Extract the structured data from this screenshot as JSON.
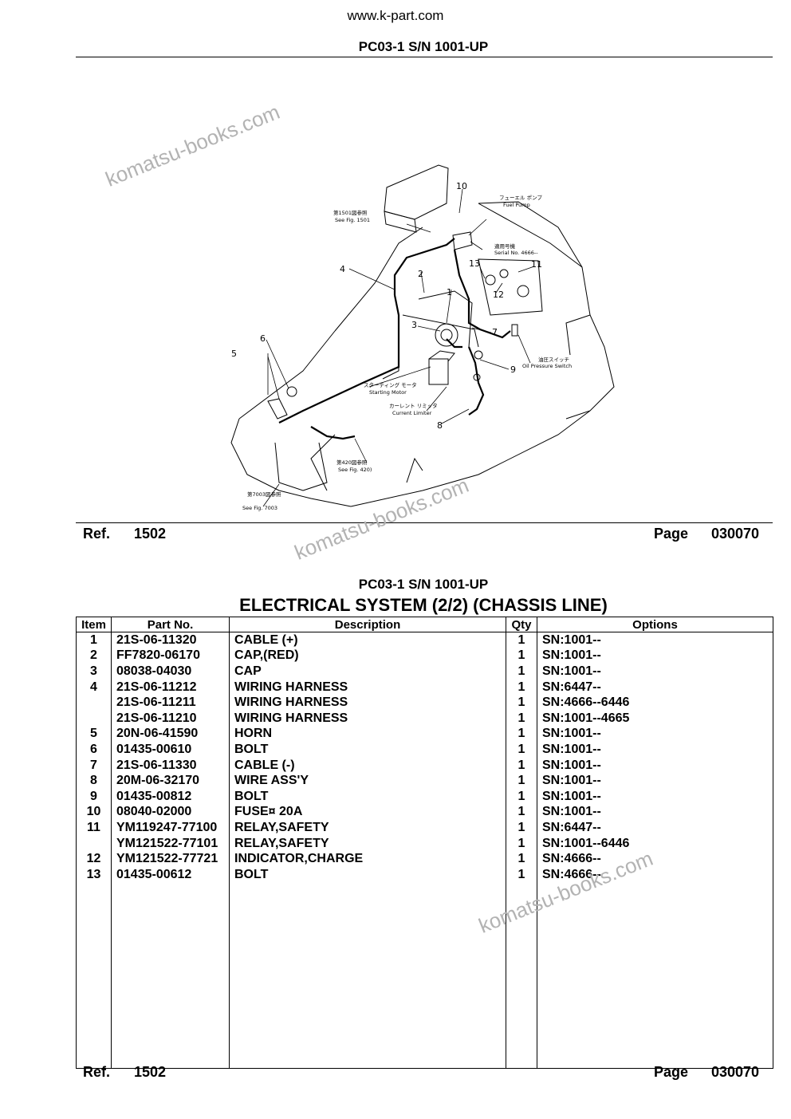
{
  "site": "www.k-part.com",
  "model_title": "PC03-1 S/N 1001-UP",
  "section_title": "ELECTRICAL SYSTEM (2/2) (CHASSIS LINE)",
  "watermark": "komatsu-books.com",
  "footer": {
    "ref_label": "Ref.",
    "ref_number": "1502",
    "page_label": "Page",
    "page_number": "030070"
  },
  "diagram": {
    "callouts": [
      "1",
      "2",
      "3",
      "4",
      "5",
      "6",
      "7",
      "8",
      "9",
      "10",
      "11",
      "12",
      "13"
    ],
    "labels": {
      "fuel_pump_jp": "フューエル ポンプ",
      "fuel_pump": "Fuel Pump",
      "see_fig_1501_jp": "第1501図参照",
      "see_fig_1501": "See Fig. 1501",
      "serial_jp": "適用号機",
      "serial": "Serial No. 4666--",
      "oil_pressure_jp": "油圧スイッチ",
      "oil_pressure": "Oil Pressure Switch",
      "starting_motor_jp": "スターティング モータ",
      "starting_motor": "Starting Motor",
      "current_limiter_jp": "カーレント リミッタ",
      "current_limiter": "Current Limiter",
      "see_fig_420_jp": "第420図参照",
      "see_fig_420": "See Fig. 420)",
      "see_fig_7003_jp": "第7003図参照",
      "see_fig_7003": "See Fig. 7003"
    }
  },
  "table": {
    "headers": {
      "item": "Item",
      "part_no": "Part No.",
      "description": "Description",
      "qty": "Qty",
      "options": "Options"
    },
    "rows": [
      {
        "item": "1",
        "part_no": "21S-06-11320",
        "description": "CABLE (+)",
        "qty": "1",
        "options": "SN:1001--"
      },
      {
        "item": "2",
        "part_no": "FF7820-06170",
        "description": "CAP,(RED)",
        "qty": "1",
        "options": "SN:1001--"
      },
      {
        "item": "3",
        "part_no": "08038-04030",
        "description": "CAP",
        "qty": "1",
        "options": "SN:1001--"
      },
      {
        "item": "4",
        "part_no": "21S-06-11212",
        "description": "WIRING HARNESS",
        "qty": "1",
        "options": "SN:6447--"
      },
      {
        "item": "",
        "part_no": "21S-06-11211",
        "description": "WIRING HARNESS",
        "qty": "1",
        "options": "SN:4666--6446"
      },
      {
        "item": "",
        "part_no": "21S-06-11210",
        "description": "WIRING HARNESS",
        "qty": "1",
        "options": "SN:1001--4665"
      },
      {
        "item": "5",
        "part_no": "20N-06-41590",
        "description": "HORN",
        "qty": "1",
        "options": "SN:1001--"
      },
      {
        "item": "6",
        "part_no": "01435-00610",
        "description": "BOLT",
        "qty": "1",
        "options": "SN:1001--"
      },
      {
        "item": "7",
        "part_no": "21S-06-11330",
        "description": "CABLE (-)",
        "qty": "1",
        "options": "SN:1001--"
      },
      {
        "item": "8",
        "part_no": "20M-06-32170",
        "description": "WIRE ASS'Y",
        "qty": "1",
        "options": "SN:1001--"
      },
      {
        "item": "9",
        "part_no": "01435-00812",
        "description": "BOLT",
        "qty": "1",
        "options": "SN:1001--"
      },
      {
        "item": "10",
        "part_no": "08040-02000",
        "description": "FUSE¤ 20A",
        "qty": "1",
        "options": "SN:1001--"
      },
      {
        "item": "11",
        "part_no": "YM119247-77100",
        "description": "RELAY,SAFETY",
        "qty": "1",
        "options": "SN:6447--"
      },
      {
        "item": "",
        "part_no": "YM121522-77101",
        "description": "RELAY,SAFETY",
        "qty": "1",
        "options": "SN:1001--6446"
      },
      {
        "item": "12",
        "part_no": "YM121522-77721",
        "description": "INDICATOR,CHARGE",
        "qty": "1",
        "options": "SN:4666--"
      },
      {
        "item": "13",
        "part_no": "01435-00612",
        "description": "BOLT",
        "qty": "1",
        "options": "SN:4666--"
      }
    ]
  }
}
